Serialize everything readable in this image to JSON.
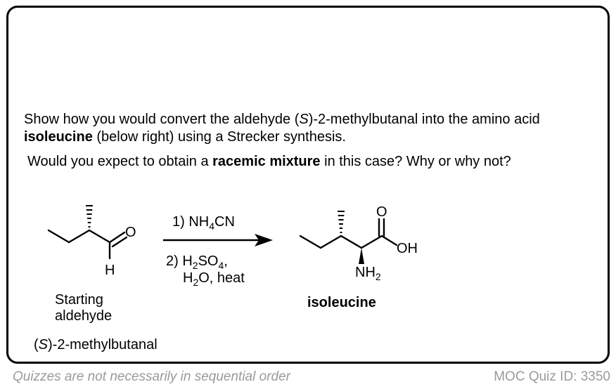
{
  "question": {
    "line1_a": "Show how you would convert the aldehyde (",
    "line1_s": "S",
    "line1_b": ")-2-methylbutanal into the amino acid",
    "line2_bold": "isoleucine",
    "line2_rest": " (below right) using a Strecker synthesis.",
    "q2_a": "Would you expect to obtain a ",
    "q2_bold": "racemic mixture",
    "q2_b": " in this case? Why or why not?"
  },
  "reactant": {
    "atom_o": "O",
    "atom_h": "H",
    "label_line1": "Starting",
    "label_line2": "aldehyde",
    "name_open": "(",
    "name_s": "S",
    "name_rest": ")-2-methylbutanal"
  },
  "reagents": {
    "step1_a": "1) NH",
    "step1_sub": "4",
    "step1_b": "CN",
    "step2_a": "2) H",
    "step2_sub1": "2",
    "step2_b": "SO",
    "step2_sub2": "4",
    "step2_c": ",",
    "step3_a": "H",
    "step3_sub": "2",
    "step3_b": "O, heat"
  },
  "product": {
    "atom_o": "O",
    "atom_oh": "OH",
    "atom_nh": "NH",
    "atom_nh_sub": "2",
    "name": "isoleucine"
  },
  "footer": {
    "left": "Quizzes are not necessarily in sequential order",
    "right": "MOC Quiz ID: 3350"
  },
  "colors": {
    "border": "#000000",
    "footer_text": "#9a9a9a"
  }
}
